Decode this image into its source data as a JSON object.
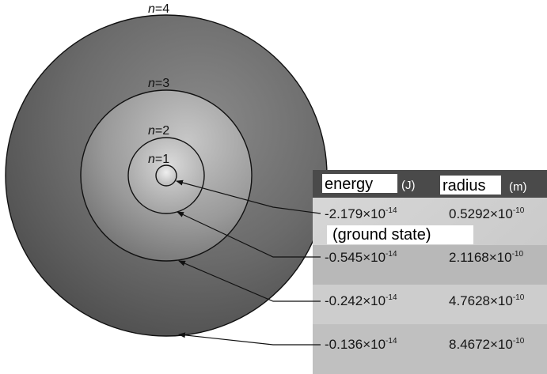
{
  "orbits": [
    {
      "n_label": "n",
      "n_value": "=1"
    },
    {
      "n_label": "n",
      "n_value": "=2"
    },
    {
      "n_label": "n",
      "n_value": "=3"
    },
    {
      "n_label": "n",
      "n_value": "=4"
    }
  ],
  "table": {
    "energy_header": "energy",
    "energy_unit": "(J)",
    "radius_header": "radius",
    "radius_unit": "(m)",
    "ground_state_label": "(ground state)",
    "rows": [
      {
        "energy_mantissa": "-2.179",
        "energy_times": "×10",
        "energy_exp": "-14",
        "radius_mantissa": "0.5292",
        "radius_times": "×10",
        "radius_exp": "-10"
      },
      {
        "energy_mantissa": "-0.545",
        "energy_times": "×10",
        "energy_exp": "-14",
        "radius_mantissa": "2.1168",
        "radius_times": "×10",
        "radius_exp": "-10"
      },
      {
        "energy_mantissa": "-0.242",
        "energy_times": "×10",
        "energy_exp": "-14",
        "radius_mantissa": "4.7628",
        "radius_times": "×10",
        "radius_exp": "-10"
      },
      {
        "energy_mantissa": "-0.136",
        "energy_times": "×10",
        "energy_exp": "-14",
        "radius_mantissa": "8.4672",
        "radius_times": "×10",
        "radius_exp": "-10"
      }
    ]
  }
}
